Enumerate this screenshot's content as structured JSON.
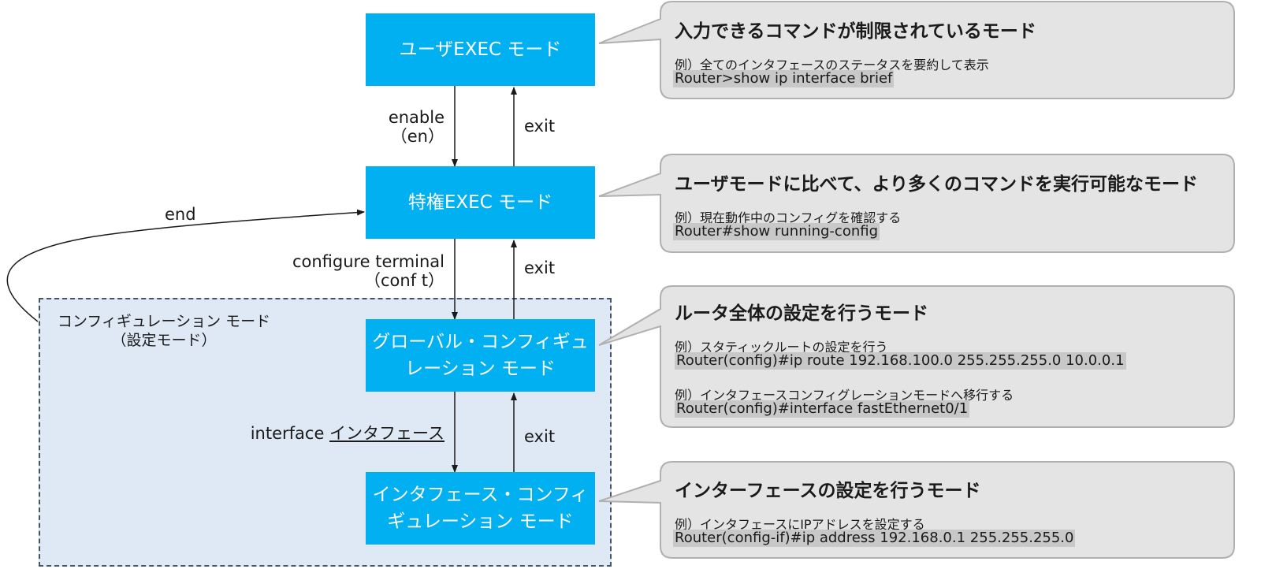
{
  "colors": {
    "mode_box": "#00b0f0",
    "callout_fill": "#e4e4e4",
    "callout_stroke": "#b0b0b0",
    "config_region": "#dfe9f5",
    "code_highlight": "#c8c8c8"
  },
  "modes": {
    "user_exec": "ユーザEXEC モード",
    "priv_exec": "特権EXEC モード",
    "global_config": "グローバル・コンフィギュ\nレーション モード",
    "interface_config": "インタフェース・コンフィ\nギュレーション モード"
  },
  "commands": {
    "enable": "enable\n（en）",
    "configure": "configure terminal\n（conf t）",
    "interface_prefix": "interface ",
    "interface_arg": "インタフェース",
    "exit_1": "exit",
    "exit_2": "exit",
    "exit_3": "exit",
    "end": "end"
  },
  "config_region": {
    "title": "コンフィギュレーション モード\n（設定モード）"
  },
  "callouts": [
    {
      "heading": "入力できるコマンドが制限されているモード",
      "examples": [
        {
          "label": "例）全てのインタフェースのステータスを要約して表示",
          "command": "Router>show ip interface brief"
        }
      ]
    },
    {
      "heading": "ユーザモードに比べて、より多くのコマンドを実行可能なモード",
      "examples": [
        {
          "label": "例）現在動作中のコンフィグを確認する",
          "command": "Router#show running-config"
        }
      ]
    },
    {
      "heading": "ルータ全体の設定を行うモード",
      "examples": [
        {
          "label": "例）スタティックルートの設定を行う",
          "command": "Router(config)#ip route 192.168.100.0 255.255.255.0 10.0.0.1"
        },
        {
          "label": "例）インタフェースコンフィグレーションモードへ移行する",
          "command": "Router(config)#interface fastEthernet0/1"
        }
      ]
    },
    {
      "heading": "インターフェースの設定を行うモード",
      "examples": [
        {
          "label": "例）インタフェースにIPアドレスを設定する",
          "command": "Router(config-if)#ip address 192.168.0.1 255.255.255.0"
        }
      ]
    }
  ]
}
